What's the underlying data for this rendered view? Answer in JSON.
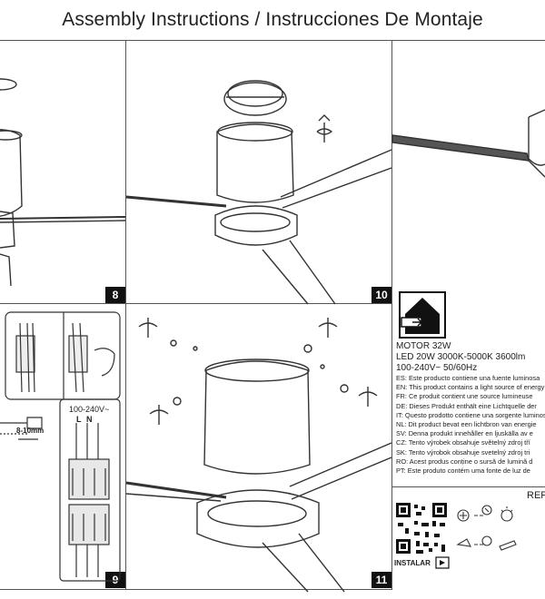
{
  "header": {
    "title": "Assembly Instructions / Instrucciones De Montaje"
  },
  "steps": [
    "8",
    "10",
    "9",
    "11"
  ],
  "wiring": {
    "voltage": "100-240V~",
    "l": "L",
    "n": "N",
    "strip": "8-10mm"
  },
  "product_info": {
    "motor": "MOTOR 32W",
    "led": "LED 20W 3000K-5000K 3600lm",
    "voltage": "100-240V~ 50/60Hz",
    "lines": [
      "ES: Este producto contiene una fuente luminosa",
      "EN: This product contains a light source of energy",
      "FR: Ce produit contient une source lumineuse",
      "DE: Dieses Produkt enthält eine Lichtquelle der",
      "IT: Questo prodotto contiene una sorgente luminosa",
      "NL: Dit product bevat een lichtbron van energie",
      "SV: Denna produkt innehåller en ljuskälla av e",
      "CZ: Tento výrobek obsahuje světelný zdroj tří",
      "SK: Tento výrobok obsahuje svetelný zdroj tri",
      "RO: Acest produs conține o sursă de lumină d",
      "PT: Este produto contém uma fonte de luz de"
    ]
  },
  "ref_label": "REF",
  "instalar_label": "INSTALAR"
}
